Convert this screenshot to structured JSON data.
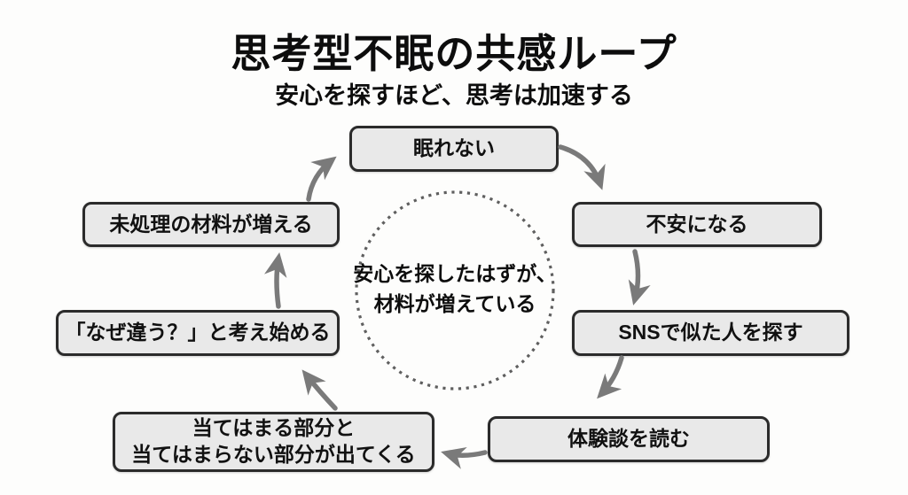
{
  "title": "思考型不眠の共感ループ",
  "subtitle": "安心を探すほど、思考は加速する",
  "center_note": {
    "line1": "安心を探したはずが、",
    "line2": "材料が増えている"
  },
  "loop_steps": [
    {
      "label": "眠れない"
    },
    {
      "label": "不安になる"
    },
    {
      "label": "SNSで似た人を探す"
    },
    {
      "label": "体験談を読む"
    },
    {
      "line1": "当てはまる部分と",
      "line2": "当てはまらない部分が出てくる"
    },
    {
      "label": "「なぜ違う？」と考え始める"
    },
    {
      "label": "未処理の材料が増える"
    }
  ],
  "colors": {
    "background": "#fdfdfc",
    "box_fill": "#e9e9e9",
    "box_border": "#2b2b2b",
    "text": "#111111",
    "arrow": "#7a7a7a",
    "dotted_circle": "#5f5f5f"
  }
}
